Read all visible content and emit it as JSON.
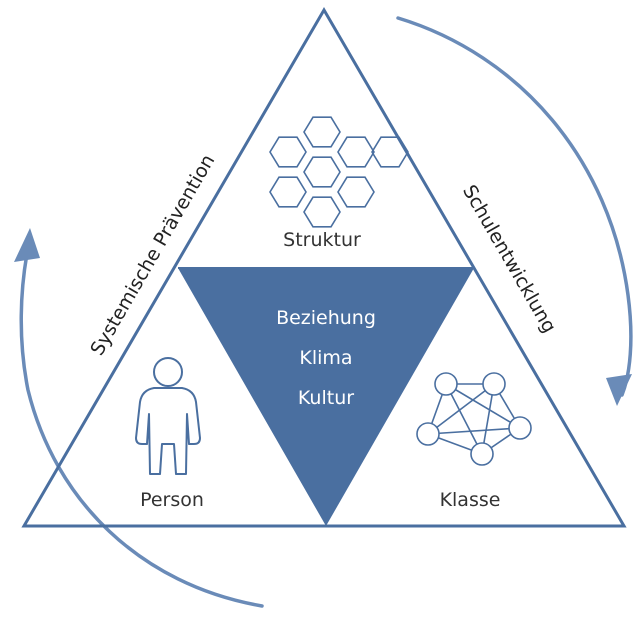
{
  "labels": {
    "top": "Struktur",
    "bottom_left": "Person",
    "bottom_right": "Klasse",
    "center_line1": "Beziehung",
    "center_line2": "Klima",
    "center_line3": "Kultur",
    "left_side": "Systemische Prävention",
    "right_side": "Schulentwicklung"
  },
  "colors": {
    "triangle_stroke": "#4a6fa0",
    "center_fill": "#4a6fa0",
    "arrow": "#6a8bb8",
    "icon_stroke": "#4a6fa0",
    "text": "#333333",
    "center_text": "#ffffff"
  },
  "icons": {
    "top": "hexagon-cluster-icon",
    "bottom_left": "person-icon",
    "bottom_right": "network-icon"
  }
}
